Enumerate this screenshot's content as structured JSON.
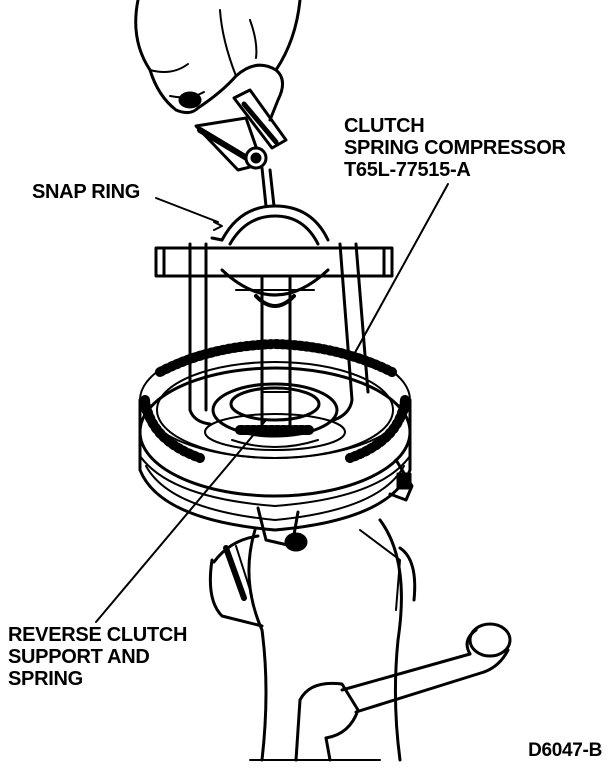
{
  "labels": {
    "compressor_line1": "CLUTCH",
    "compressor_line2": "SPRING COMPRESSOR",
    "compressor_line3": "T65L-77515-A",
    "snap_ring": "SNAP RING",
    "reverse_line1": "REVERSE CLUTCH",
    "reverse_line2": "SUPPORT AND",
    "reverse_line3": "SPRING",
    "figure_id": "D6047-B"
  }
}
